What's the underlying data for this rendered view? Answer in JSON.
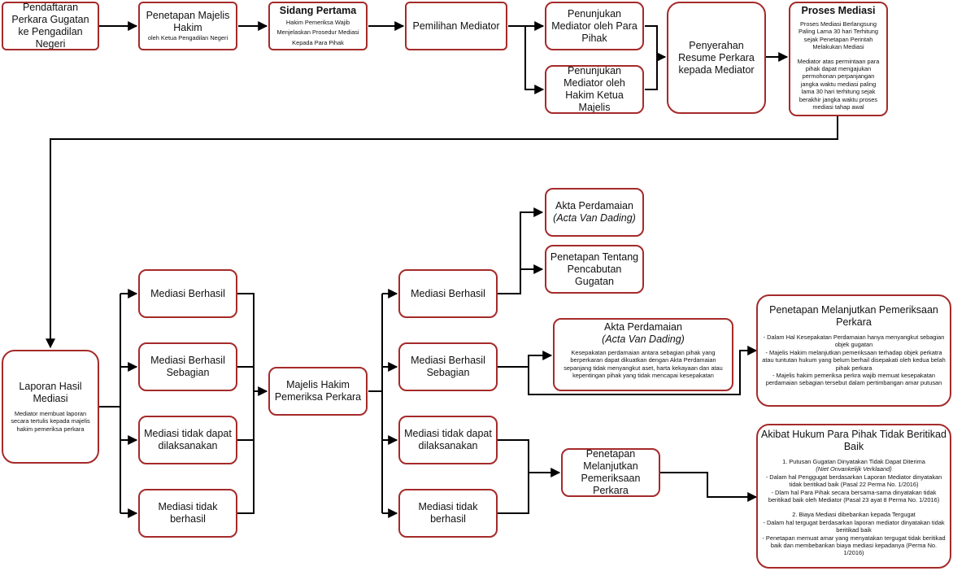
{
  "nodes": {
    "pendaftaran": "Pendaftaran Perkara Gugatan ke Pengadilan Negeri",
    "penetapan_majelis": {
      "title": "Penetapan Majelis Hakim",
      "sub": "oleh Ketua Pengadilan Negeri"
    },
    "sidang_pertama": {
      "title": "Sidang Pertama",
      "lines": [
        "Hakim Pemeriksa Wajib",
        "Menjelaskan Prosedur Mediasi",
        "Kepada Para Pihak"
      ]
    },
    "pemilihan_mediator": "Pemilihan Mediator",
    "penunjukan_pihak": "Penunjukan Mediator oleh Para Pihak",
    "penunjukan_hakim": "Penunjukan Mediator oleh Hakim Ketua Majelis",
    "penyerahan_resume": "Penyerahan Resume Perkara kepada Mediator",
    "proses_mediasi": {
      "title": "Proses Mediasi",
      "p1": "Proses Mediasi Berlangsung Paling Lama 30 hari Terhitung sejak Penetapan Perintah Melakukan Mediasi",
      "p2": "Mediator atas permintaan para pihak dapat mengajukan permohonan perpanjangan jangka waktu mediasi paling lama 30 hari terhitung sejak berakhir jangka waktu proses mediasi tahap awal"
    },
    "laporan_hasil": {
      "title": "Laporan Hasil Mediasi",
      "sub": "Mediator membuat laporan secara tertulis kepada majelis hakim pemeriksa perkara"
    },
    "mediasi_berhasil_a": "Mediasi Berhasil",
    "mediasi_sebagian_a": "Mediasi Berhasil Sebagian",
    "mediasi_tidak_dapat_a": "Mediasi tidak dapat dilaksanakan",
    "mediasi_tidak_berhasil_a": "Mediasi tidak berhasil",
    "majelis_hakim": "Majelis Hakim Pemeriksa Perkara",
    "mediasi_berhasil_b": "Mediasi Berhasil",
    "mediasi_sebagian_b": "Mediasi Berhasil Sebagian",
    "mediasi_tidak_dapat_b": "Mediasi tidak dapat dilaksanakan",
    "mediasi_tidak_berhasil_b": "Mediasi tidak berhasil",
    "akta_perdamaian_1": {
      "title": "Akta Perdamaian",
      "italic": "(Acta Van Dading)"
    },
    "penetapan_pencabutan": "Penetapan Tentang Pencabutan Gugatan",
    "akta_perdamaian_2": {
      "title": "Akta Perdamaian",
      "italic": "(Acta Van Dading)",
      "body": "Kesepakatan perdamaian antara sebagian pihak yang berperkaran dapat dikuatkan dengan Akta Perdamaian sepanjang tidak menyangkut aset, harta kekayaan dan atau kepentingan pihak  yang tidak mencapai kesepakatan"
    },
    "penetapan_melanjutkan_small": "Penetapan Melanjutkan Pemeriksaan Perkara",
    "penetapan_melanjutkan_big": {
      "title": "Penetapan Melanjutkan Pemeriksaan Perkara",
      "lines": [
        "- Dalam Hal Kesepakatan Perdamaian hanya menyangkut sebagian objek gugatan",
        "- Majelis Hakim melanjutkan pemeriksaan terhadap objek perkatra atau tuntutan hukum yang belum berhail disepakati oleh kedua belah pihak perkara",
        "- Majelis hakim pemeriksa perkra wajib memuat kesepakatan perdamaian sebagian tersebut dalam pertimbangan amar putusan"
      ]
    },
    "akibat_hukum": {
      "title": "Akibat Hukum Para Pihak Tidak Beritikad Baik",
      "p1": "1. Putusan Gugatan Dinyatakan Tidak Dapat Diterima",
      "p1_italic": "(Niet Onvankelijk Verklaand)",
      "p1_lines": [
        "- Dalam hal Penggugat berdasarkan Laporan Mediator dinyatakan tidak beritikad baik (Pasal 22 Perma No. 1/2016)",
        "- Dlam hal Para Pihak secara bersama-sama dinyatakan tidak beritikad baik oleh Mediator (Pasal 23 ayat 8 Perma No. 1/2016)"
      ],
      "p2": "2. Biaya Mediasi dibebankan kepada Tergugat",
      "p2_lines": [
        "- Dalam hal tergugat berdasarkan laporan mediator dinyatakan tidak beritikad baik",
        "- Penetapan memuat amar yang menyatakan tergugat tidak beritikad baik dan membebankan biaya mediasi kepadanya (Perma No. 1/2016)"
      ]
    }
  },
  "colors": {
    "border": "#a52a2a",
    "edge": "#000000",
    "background": "#ffffff"
  }
}
